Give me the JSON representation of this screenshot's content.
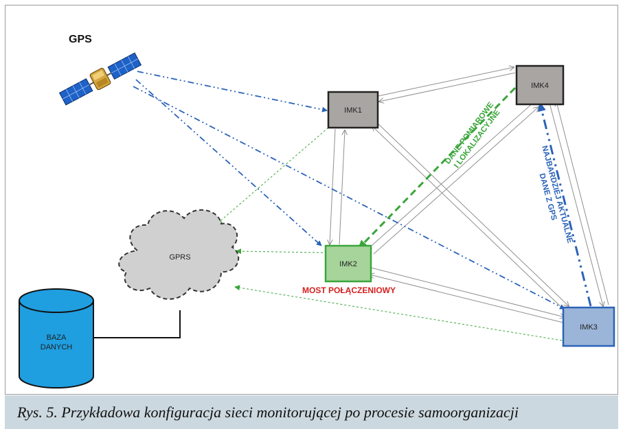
{
  "diagram": {
    "gps_label": "GPS",
    "nodes": {
      "imk1": "IMK1",
      "imk2": "IMK2",
      "imk3": "IMK3",
      "imk4": "IMK4",
      "gprs": "GPRS",
      "db_line1": "BAZA",
      "db_line2": "DANYCH"
    },
    "annotations": {
      "green_line1": "DANE POMIAROWE",
      "green_line2": "I LOKALIZACYJNE",
      "blue_line1": "NAJBARDZIEJ AKTUALNE",
      "blue_line2": "DANE Z GPS",
      "bridge": "MOST POŁĄCZENIOWY"
    },
    "colors": {
      "gps_link": "#2a62b8",
      "green_link": "#3aa53a",
      "bridge_text": "#d42020",
      "peer_link": "#9a9a9a"
    }
  },
  "caption": "Rys. 5. Przykładowa konfiguracja sieci monitorującej po procesie samoorganizacji"
}
